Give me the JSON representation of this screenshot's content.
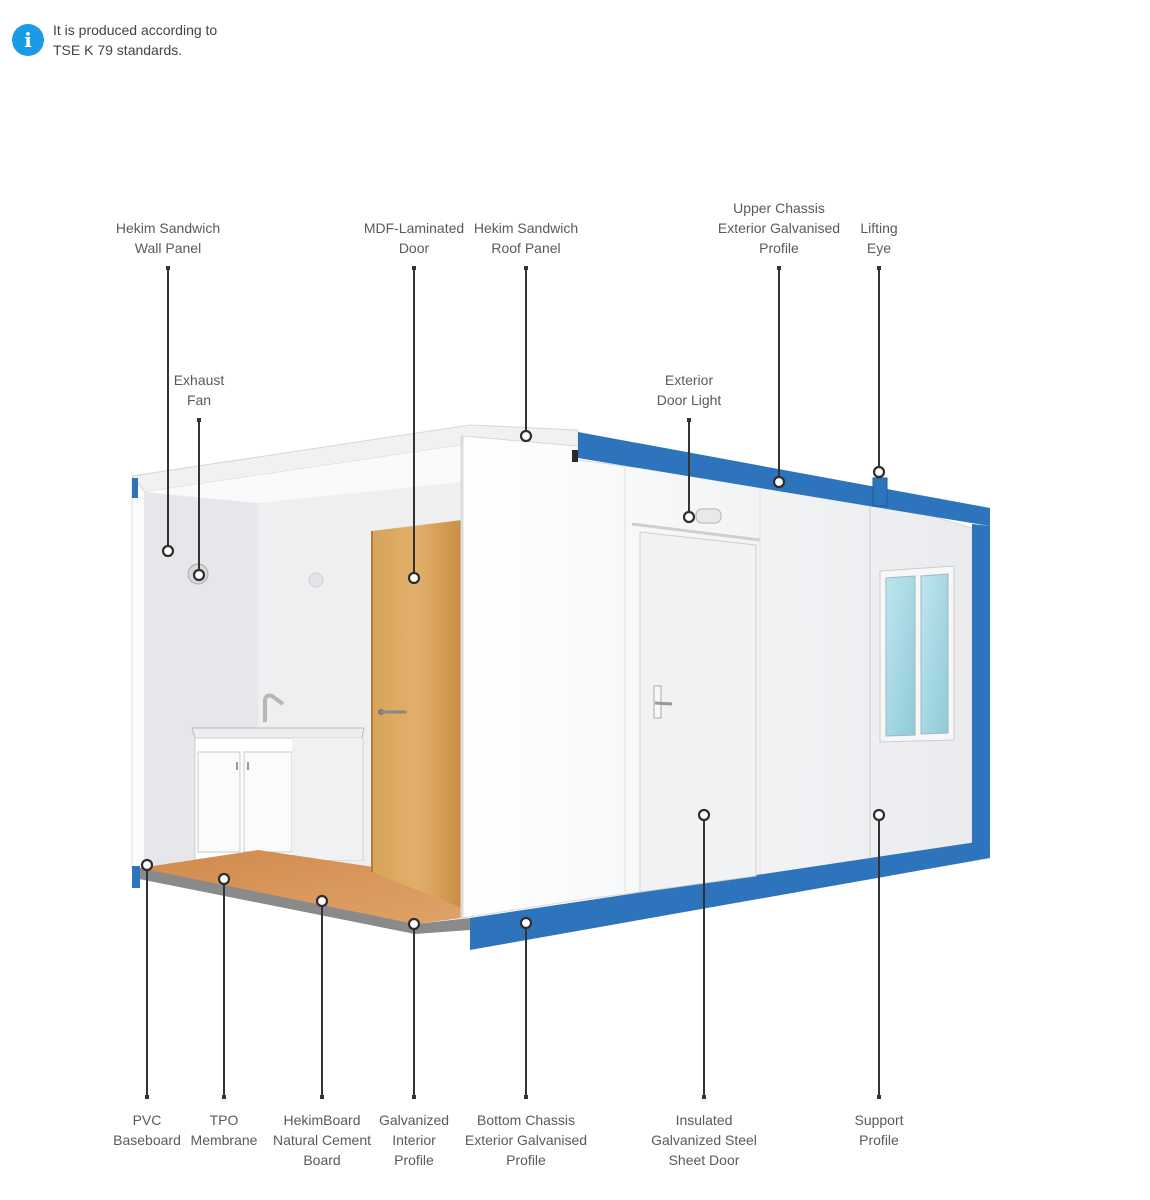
{
  "info": {
    "icon": "info-icon",
    "lines": [
      "It is produced according to",
      "TSE K 79 standards."
    ]
  },
  "callouts": [
    {
      "id": "hekim-sandwich-wall-panel",
      "lines": [
        "Hekim Sandwich",
        "Wall Panel"
      ]
    },
    {
      "id": "mdf-laminated-door",
      "lines": [
        "MDF-Laminated",
        "Door"
      ]
    },
    {
      "id": "hekim-sandwich-roof-panel",
      "lines": [
        "Hekim Sandwich",
        "Roof Panel"
      ]
    },
    {
      "id": "upper-chassis-profile",
      "lines": [
        "Upper Chassis",
        "Exterior Galvanised",
        "Profile"
      ]
    },
    {
      "id": "lifting-eye",
      "lines": [
        "Lifting",
        "Eye"
      ]
    },
    {
      "id": "exhaust-fan",
      "lines": [
        "Exhaust",
        "Fan"
      ]
    },
    {
      "id": "exterior-door-light",
      "lines": [
        "Exterior",
        "Door Light"
      ]
    },
    {
      "id": "pvc-baseboard",
      "lines": [
        "PVC",
        "Baseboard"
      ]
    },
    {
      "id": "tpo-membrane",
      "lines": [
        "TPO",
        "Membrane"
      ]
    },
    {
      "id": "hekimboard-natural-cement-board",
      "lines": [
        "HekimBoard",
        "Natural Cement",
        "Board"
      ]
    },
    {
      "id": "galvanized-interior-profile",
      "lines": [
        "Galvanized",
        "Interior",
        "Profile"
      ]
    },
    {
      "id": "bottom-chassis-profile",
      "lines": [
        "Bottom Chassis",
        "Exterior Galvanised",
        "Profile"
      ]
    },
    {
      "id": "insulated-galvanized-steel-sheet-door",
      "lines": [
        "Insulated",
        "Galvanized Steel",
        "Sheet Door"
      ]
    },
    {
      "id": "support-profile",
      "lines": [
        "Support",
        "Profile"
      ]
    }
  ],
  "colors": {
    "chassis_blue": "#2e74bd",
    "wall_white": "#f4f5f6",
    "wood": "#d9a45a",
    "floor": "#d9955a",
    "info_blue": "#1a9be6",
    "callout_line": "#333333"
  }
}
